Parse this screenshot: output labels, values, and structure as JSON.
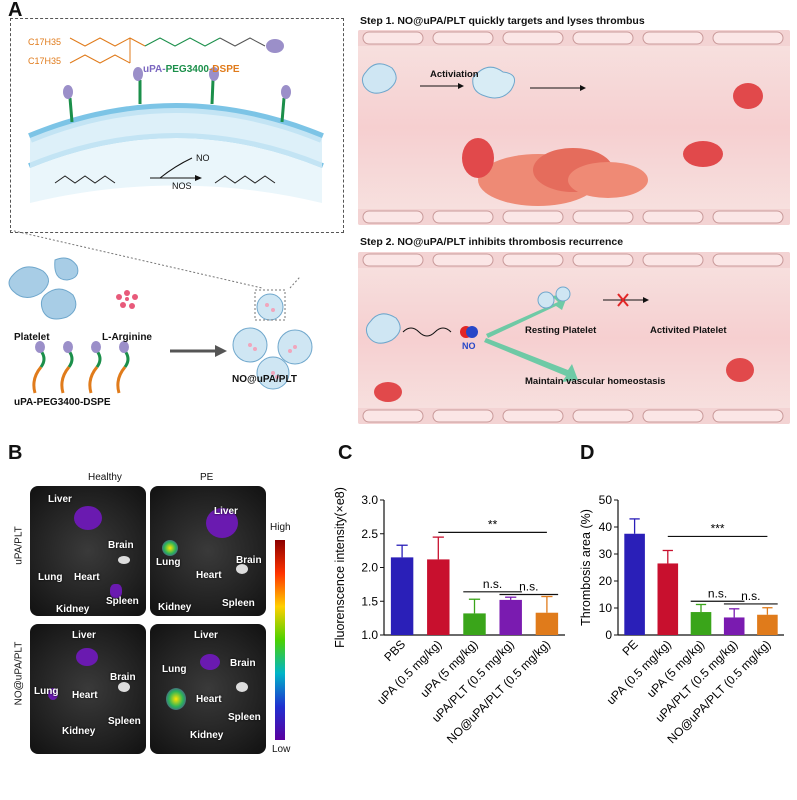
{
  "panel_a": {
    "letter": "A",
    "conjugate_lipid_label_1": "C17H35",
    "conjugate_lipid_label_2": "C17H35",
    "conjugate_name_parts": [
      "uPA-",
      "PEG3400",
      "-DSPE"
    ],
    "reaction_nos": "NOS",
    "reaction_no": "NO",
    "legend_platelet": "Platelet",
    "legend_larginine": "L-Arginine",
    "legend_conjugate": "uPA-PEG3400-DSPE",
    "product_label": "NO@uPA/PLT",
    "step1_title": "Step 1. NO@uPA/PLT quickly targets and lyses thrombus",
    "activiation": "Activiation",
    "step2_title": "Step 2. NO@uPA/PLT inhibits thrombosis recurrence",
    "resting_platelet": "Resting Platelet",
    "activated_platelet": "Activited Platelet",
    "no_label": "NO",
    "maintain": "Maintain vascular homeostasis"
  },
  "panel_b": {
    "letter": "B",
    "col_healthy": "Healthy",
    "col_pe": "PE",
    "row1": "uPA/PLT",
    "row2": "NO@uPA/PLT",
    "scale_high": "High",
    "scale_low": "Low",
    "organs": [
      "Liver",
      "Brain",
      "Lung",
      "Heart",
      "Spleen",
      "Kidney"
    ]
  },
  "panel_c": {
    "letter": "C",
    "significance": [
      "**",
      "n.s.",
      "n.s."
    ]
  },
  "panel_d": {
    "letter": "D",
    "significance": [
      "***",
      "n.s.",
      "n.s."
    ]
  },
  "chart_data": [
    {
      "type": "bar",
      "panel": "C",
      "categories": [
        "PBS",
        "uPA (0.5 mg/kg)",
        "uPA (5 mg/kg)",
        "uPA/PLT (0.5 mg/kg)",
        "NO@uPA/PLT (0.5 mg/kg)"
      ],
      "values": [
        2.15,
        2.12,
        1.32,
        1.52,
        1.33
      ],
      "errors": [
        0.18,
        0.33,
        0.21,
        0.04,
        0.24
      ],
      "colors": [
        "#2a1fb8",
        "#c8102e",
        "#3aa51a",
        "#7a1bb0",
        "#e07b1b"
      ],
      "ylabel": "Fluorenscence intensity(×e8)",
      "xlabel": "",
      "ylim": [
        1.0,
        3.0
      ],
      "yticks": [
        1.0,
        1.5,
        2.0,
        2.5,
        3.0
      ],
      "ytick_labels": [
        "1.0",
        "1.5",
        "2.0",
        "2.5",
        "3.0"
      ]
    },
    {
      "type": "bar",
      "panel": "D",
      "categories": [
        "PE",
        "uPA (0.5 mg/kg)",
        "uPA (5 mg/kg)",
        "uPA/PLT (0.5 mg/kg)",
        "NO@uPA/PLT (0.5 mg/kg)"
      ],
      "values": [
        37.5,
        26.5,
        8.5,
        6.5,
        7.5
      ],
      "errors": [
        5.5,
        4.8,
        2.8,
        3.2,
        2.6
      ],
      "colors": [
        "#2a1fb8",
        "#c8102e",
        "#3aa51a",
        "#7a1bb0",
        "#e07b1b"
      ],
      "ylabel": "Thrombosis area (%)",
      "xlabel": "",
      "ylim": [
        0,
        50
      ],
      "yticks": [
        0,
        10,
        20,
        30,
        40,
        50
      ],
      "ytick_labels": [
        "0",
        "10",
        "20",
        "30",
        "40",
        "50"
      ]
    }
  ]
}
